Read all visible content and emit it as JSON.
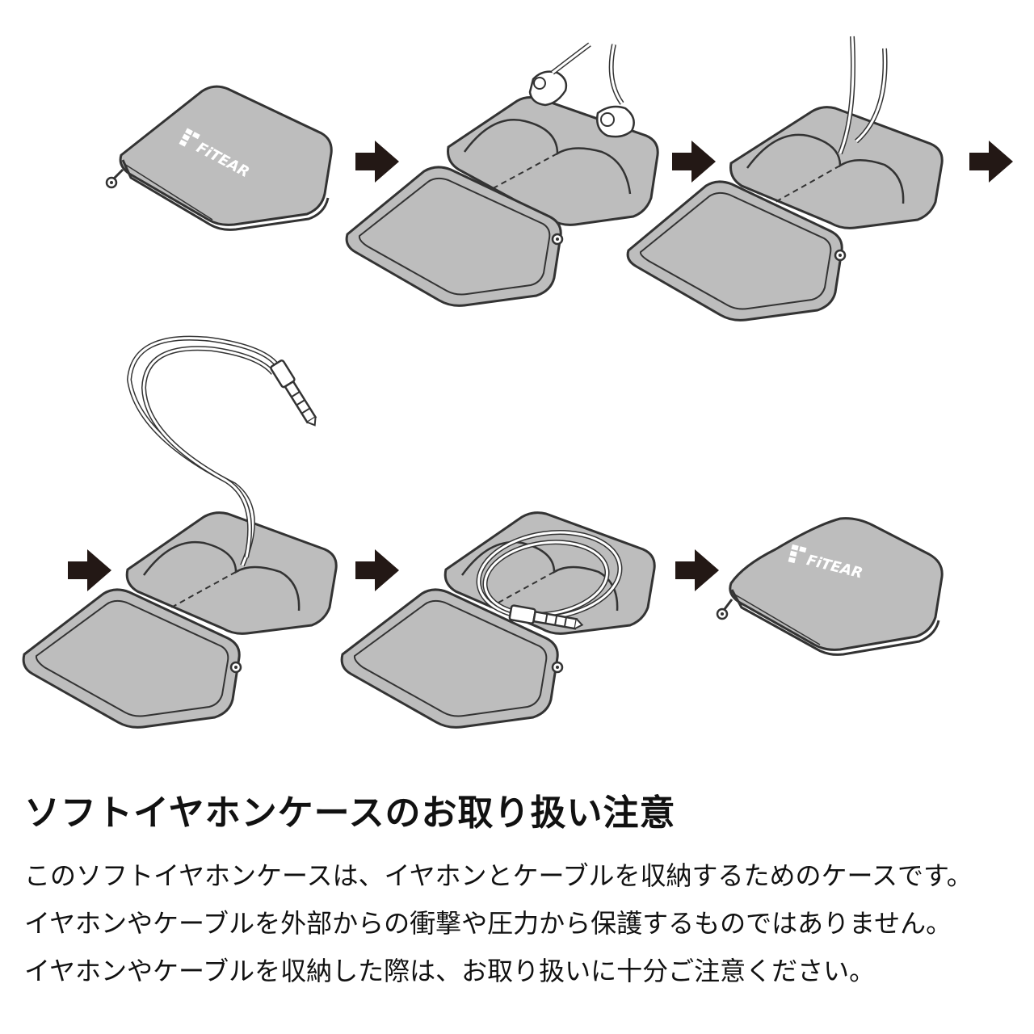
{
  "brand": "FiTEAR",
  "steps": [
    {
      "step": 1,
      "state": "closed case"
    },
    {
      "step": 2,
      "state": "opened case, earphones inserted"
    },
    {
      "step": 3,
      "state": "earphones placed in pockets"
    },
    {
      "step": 4,
      "state": "cable laid over case"
    },
    {
      "step": 5,
      "state": "cable coiled inside case"
    },
    {
      "step": 6,
      "state": "closed case"
    }
  ],
  "colors": {
    "case_fill": "#bdbdbd",
    "case_outline": "#333333",
    "arrow": "#231815"
  },
  "title": "ソフトイヤホンケースのお取り扱い注意",
  "body_lines": [
    "このソフトイヤホンケースは、イヤホンとケーブルを収納するためのケースです。",
    "イヤホンやケーブルを外部からの衝撃や圧力から保護するものではありません。",
    "イヤホンやケーブルを収納した際は、お取り扱いに十分ご注意ください。"
  ]
}
